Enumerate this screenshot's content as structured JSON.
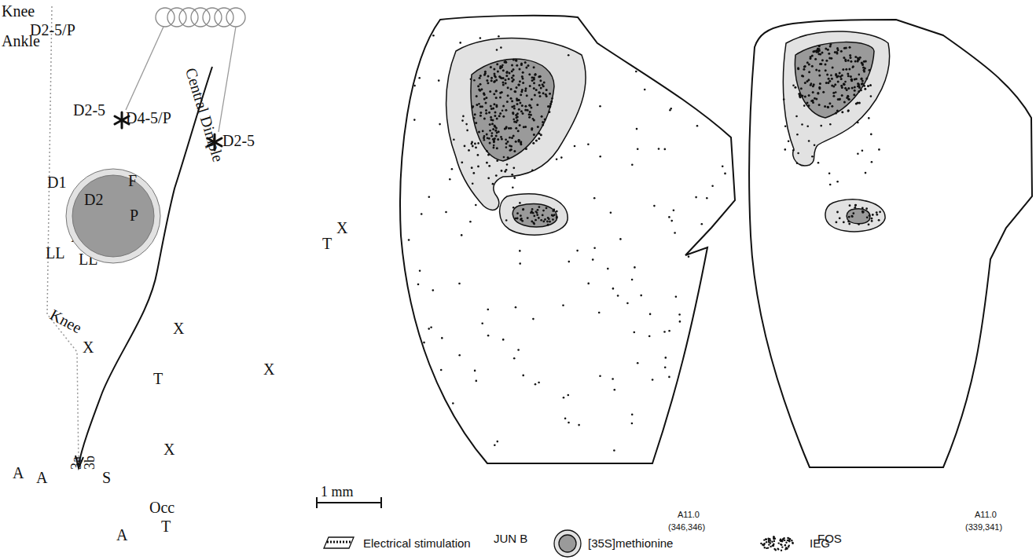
{
  "diagram": {
    "nodes": [
      {
        "text": [
          "D2",
          "F",
          "P"
        ]
      }
    ],
    "labels": [
      "Knee",
      "Ankle",
      "D2-5/P",
      "D2-5",
      "D4-5/P",
      "Central Dimple",
      "D2-5",
      "D1",
      "LL",
      "LL",
      "LL",
      "L",
      "Knee",
      "X",
      "X",
      "T",
      "X",
      "X",
      "3a",
      "3b",
      "A",
      "A",
      "S",
      "Occ",
      "T",
      "A",
      "T",
      "X",
      "1 mm",
      "A11.0",
      "(346,346)",
      "JUN B",
      "A11.0",
      "(339,341)",
      "FOS"
    ],
    "legend": [
      {
        "text": "Electrical stimulation"
      },
      {
        "text": "[35S]methionine"
      },
      {
        "text": "IEG"
      }
    ]
  }
}
